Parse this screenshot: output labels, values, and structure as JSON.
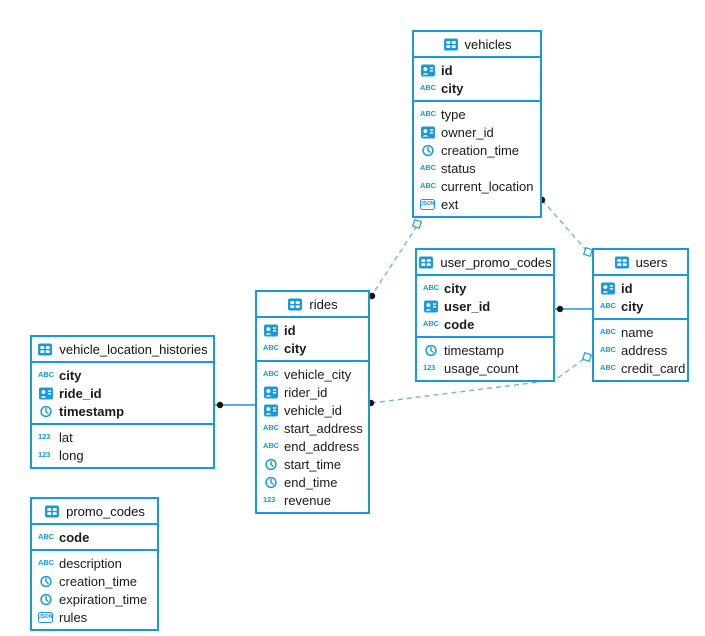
{
  "icons": {
    "string": "ABC",
    "number": "123",
    "json": "JSON"
  },
  "colors": {
    "accent": "#1899d9",
    "dashed_line": "#6cb8e4",
    "dot": "#151515"
  },
  "diagram": {
    "tables": [
      {
        "name": "vehicles",
        "pk": [
          {
            "name": "id",
            "type": "uuid"
          },
          {
            "name": "city",
            "type": "string"
          }
        ],
        "cols": [
          {
            "name": "type",
            "type": "string"
          },
          {
            "name": "owner_id",
            "type": "uuid"
          },
          {
            "name": "creation_time",
            "type": "timestamp"
          },
          {
            "name": "status",
            "type": "string"
          },
          {
            "name": "current_location",
            "type": "string"
          },
          {
            "name": "ext",
            "type": "json"
          }
        ]
      },
      {
        "name": "user_promo_codes",
        "pk": [
          {
            "name": "city",
            "type": "string"
          },
          {
            "name": "user_id",
            "type": "uuid"
          },
          {
            "name": "code",
            "type": "string"
          }
        ],
        "cols": [
          {
            "name": "timestamp",
            "type": "timestamp"
          },
          {
            "name": "usage_count",
            "type": "number"
          }
        ]
      },
      {
        "name": "users",
        "pk": [
          {
            "name": "id",
            "type": "uuid"
          },
          {
            "name": "city",
            "type": "string"
          }
        ],
        "cols": [
          {
            "name": "name",
            "type": "string"
          },
          {
            "name": "address",
            "type": "string"
          },
          {
            "name": "credit_card",
            "type": "string"
          }
        ]
      },
      {
        "name": "rides",
        "pk": [
          {
            "name": "id",
            "type": "uuid"
          },
          {
            "name": "city",
            "type": "string"
          }
        ],
        "cols": [
          {
            "name": "vehicle_city",
            "type": "string"
          },
          {
            "name": "rider_id",
            "type": "uuid"
          },
          {
            "name": "vehicle_id",
            "type": "uuid"
          },
          {
            "name": "start_address",
            "type": "string"
          },
          {
            "name": "end_address",
            "type": "string"
          },
          {
            "name": "start_time",
            "type": "timestamp"
          },
          {
            "name": "end_time",
            "type": "timestamp"
          },
          {
            "name": "revenue",
            "type": "number"
          }
        ]
      },
      {
        "name": "vehicle_location_histories",
        "pk": [
          {
            "name": "city",
            "type": "string"
          },
          {
            "name": "ride_id",
            "type": "uuid"
          },
          {
            "name": "timestamp",
            "type": "timestamp"
          }
        ],
        "cols": [
          {
            "name": "lat",
            "type": "number"
          },
          {
            "name": "long",
            "type": "number"
          }
        ]
      },
      {
        "name": "promo_codes",
        "pk": [
          {
            "name": "code",
            "type": "string"
          }
        ],
        "cols": [
          {
            "name": "description",
            "type": "string"
          },
          {
            "name": "creation_time",
            "type": "timestamp"
          },
          {
            "name": "expiration_time",
            "type": "timestamp"
          },
          {
            "name": "rules",
            "type": "json"
          }
        ]
      }
    ],
    "relationships": [
      {
        "from": "rides",
        "to": "vehicles",
        "style": "dashed"
      },
      {
        "from": "vehicles",
        "to": "users",
        "style": "dashed"
      },
      {
        "from": "rides",
        "to": "users",
        "style": "dashed"
      },
      {
        "from": "user_promo_codes",
        "to": "users",
        "style": "solid"
      },
      {
        "from": "vehicle_location_histories",
        "to": "rides",
        "style": "solid"
      }
    ]
  }
}
